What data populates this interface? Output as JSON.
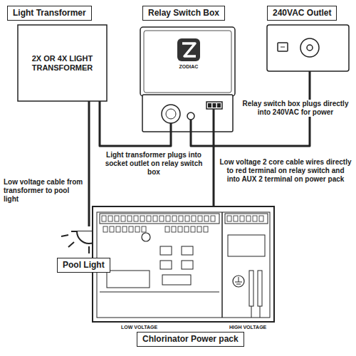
{
  "diagram": {
    "nodes": [
      {
        "text": [
          "Light Transformer",
          "2X OR 4X LIGHT TRANSFORMER"
        ]
      },
      {
        "text": [
          "Relay Switch Box"
        ]
      },
      {
        "text": [
          "240VAC Outlet"
        ]
      },
      {
        "text": [
          "Pool Light"
        ]
      },
      {
        "text": [
          "Chlorinator Power pack"
        ]
      }
    ],
    "edges": [
      {
        "from": 0,
        "to": 1,
        "arrow": "none",
        "label": "Light transformer plugs into socket outlet on relay switch box"
      },
      {
        "from": 0,
        "to": 3,
        "arrow": "none",
        "label": "Low voltage cable from transformer to pool light"
      },
      {
        "from": 1,
        "to": 2,
        "arrow": "none",
        "label": "Relay switch box plugs directly into 240VAC for power"
      },
      {
        "from": 1,
        "to": 4,
        "arrow": "none",
        "label": "Low voltage 2 core cable wires directly to red terminal on relay switch and into AUX 2 terminal on power pack"
      }
    ],
    "labels": [
      "ZODIAC",
      "LOW VOLTAGE",
      "HIGH VOLTAGE"
    ]
  }
}
